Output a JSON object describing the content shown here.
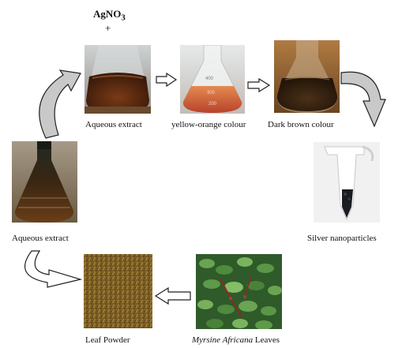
{
  "reagent": {
    "label": "AgNO",
    "subscript": "3",
    "plus": "+"
  },
  "steps": {
    "aqueous_extract_top": "Aqueous extract",
    "yellow_orange": "yellow-orange colour",
    "dark_brown": "Dark brown colour",
    "silver_nanoparticles": "Silver nanoparticles",
    "leaves_italic": "Myrsine Africana",
    "leaves_suffix": " Leaves",
    "leaf_powder": "Leaf Powder",
    "aqueous_extract_left": "Aqueous extract"
  },
  "flask_marks": [
    "400",
    "300",
    "200"
  ],
  "colors": {
    "extract": "#5a2a12",
    "yellow_orange": "#d0703c",
    "dark_brown": "#3a2410",
    "leaf_powder": "#8a6a2a",
    "leaves": "#3f7a33",
    "arrow_fill": "#c9c9c9"
  }
}
